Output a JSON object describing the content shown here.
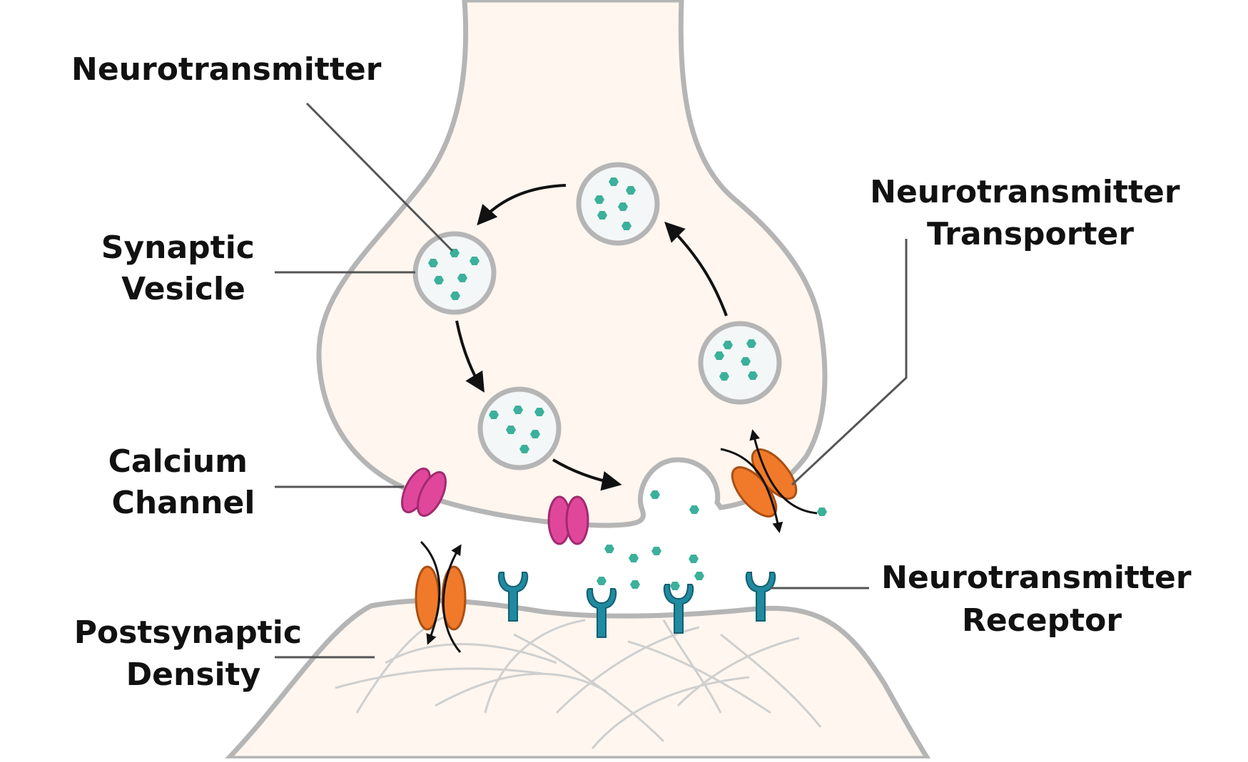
{
  "labels": {
    "neurotransmitter": "Neurotransmitter",
    "synaptic_vesicle": [
      "Synaptic",
      "Vesicle"
    ],
    "calcium_channel": [
      "Calcium",
      "Channel"
    ],
    "postsynaptic_density": [
      "Postsynaptic",
      "Density"
    ],
    "neurotransmitter_transporter": [
      "Neurotransmitter",
      "Transporter"
    ],
    "neurotransmitter_receptor": [
      "Neurotransmitter",
      "Receptor"
    ]
  },
  "colors": {
    "membrane": "#b5b5b5",
    "cytoplasm": "#fff6ef",
    "vesicle_fill": "#f3f7f7",
    "neurotransmitter": "#3bb09a",
    "calcium_channel": "#e0479b",
    "transporter": "#f07a2a",
    "receptor": "#1f8aa0",
    "leader_line": "#555555",
    "arrow": "#111111"
  }
}
